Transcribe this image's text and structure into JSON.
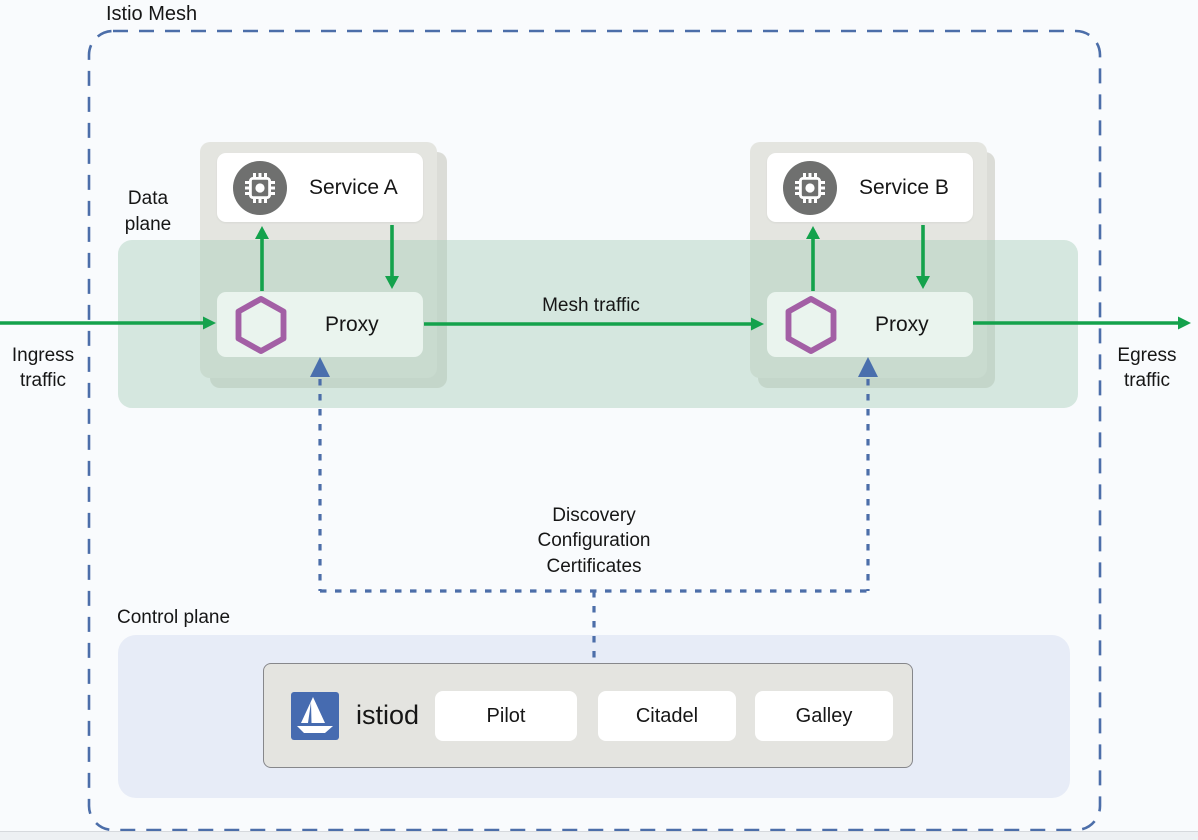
{
  "mesh": {
    "label": "Istio Mesh"
  },
  "data_plane": {
    "label_lines": [
      "Data",
      "plane"
    ],
    "mesh_traffic_label": "Mesh traffic",
    "services": [
      {
        "name": "Service A",
        "proxy": "Proxy"
      },
      {
        "name": "Service B",
        "proxy": "Proxy"
      }
    ]
  },
  "traffic": {
    "ingress_lines": [
      "Ingress",
      "traffic"
    ],
    "egress_lines": [
      "Egress",
      "traffic"
    ]
  },
  "control_channel": {
    "lines": [
      "Discovery",
      "Configuration",
      "Certificates"
    ]
  },
  "control_plane": {
    "label": "Control plane",
    "istiod": {
      "label": "istiod",
      "components": [
        "Pilot",
        "Citadel",
        "Galley"
      ]
    }
  },
  "icons": {
    "service": "microchip-icon",
    "proxy": "envoy-hexagon-icon",
    "istiod": "istio-sailboat-logo"
  },
  "colors": {
    "traffic_green": "#14a24c",
    "control_blue": "#4c6ea9",
    "envoy_purple": "#a35fa5",
    "istio_blue": "#466bb0",
    "data_plane_band": "#dcebe3",
    "control_plane_panel": "#e7ecf7"
  }
}
